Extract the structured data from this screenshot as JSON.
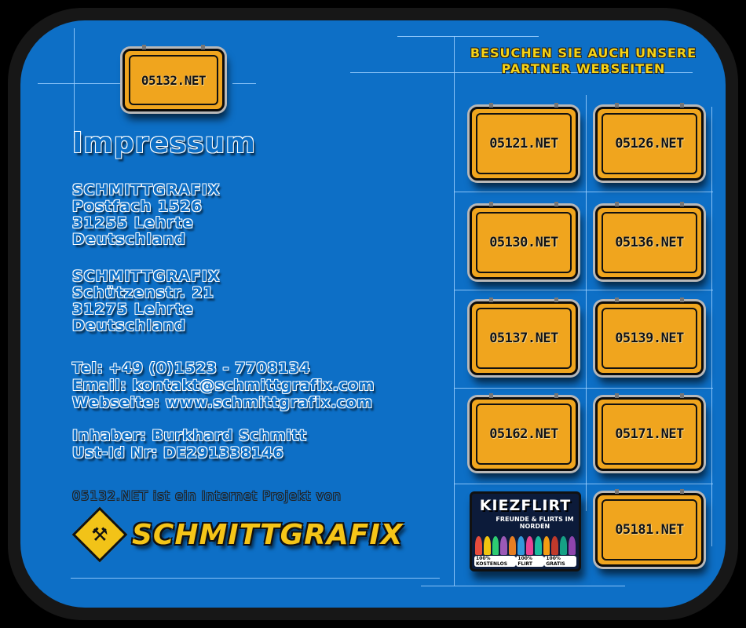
{
  "header_sign": "05132.NET",
  "title": "Impressum",
  "address_1": [
    "SCHMITTGRAFIX",
    "Postfach 1526",
    "31255 Lehrte",
    "Deutschland"
  ],
  "address_2": [
    "SCHMITTGRAFIX",
    "Schützenstr. 21",
    "31275 Lehrte",
    "Deutschland"
  ],
  "contact": {
    "tel": "Tel: +49 (0)1523 - 7708134",
    "email": "Email: kontakt@schmittgrafix.com",
    "web": "Webseite: www.schmittgrafix.com"
  },
  "owner": {
    "name": "Inhaber: Burkhard Schmitt",
    "vat": "Ust-Id Nr: DE291338146"
  },
  "project_line": "05132.NET ist ein Internet Projekt von",
  "brand": "SCHMITTGRAFIX",
  "partner_heading": [
    "BESUCHEN SIE AUCH UNSERE",
    "PARTNER WEBSEITEN"
  ],
  "partners": [
    "05121.NET",
    "05126.NET",
    "05130.NET",
    "05136.NET",
    "05137.NET",
    "05139.NET",
    "05162.NET",
    "05171.NET",
    "05181.NET"
  ],
  "kiezflirt": {
    "title": "KIEZFLIRT",
    "subtitle": "FREUNDE & FLIRTS IM NORDEN",
    "tags": [
      "100% KOSTENLOS",
      "100% FLIRT",
      "100% GRATIS"
    ]
  },
  "colors": {
    "panel": "#0d6fc6",
    "sign": "#f0a51e",
    "accent_yellow": "#f5c518"
  }
}
